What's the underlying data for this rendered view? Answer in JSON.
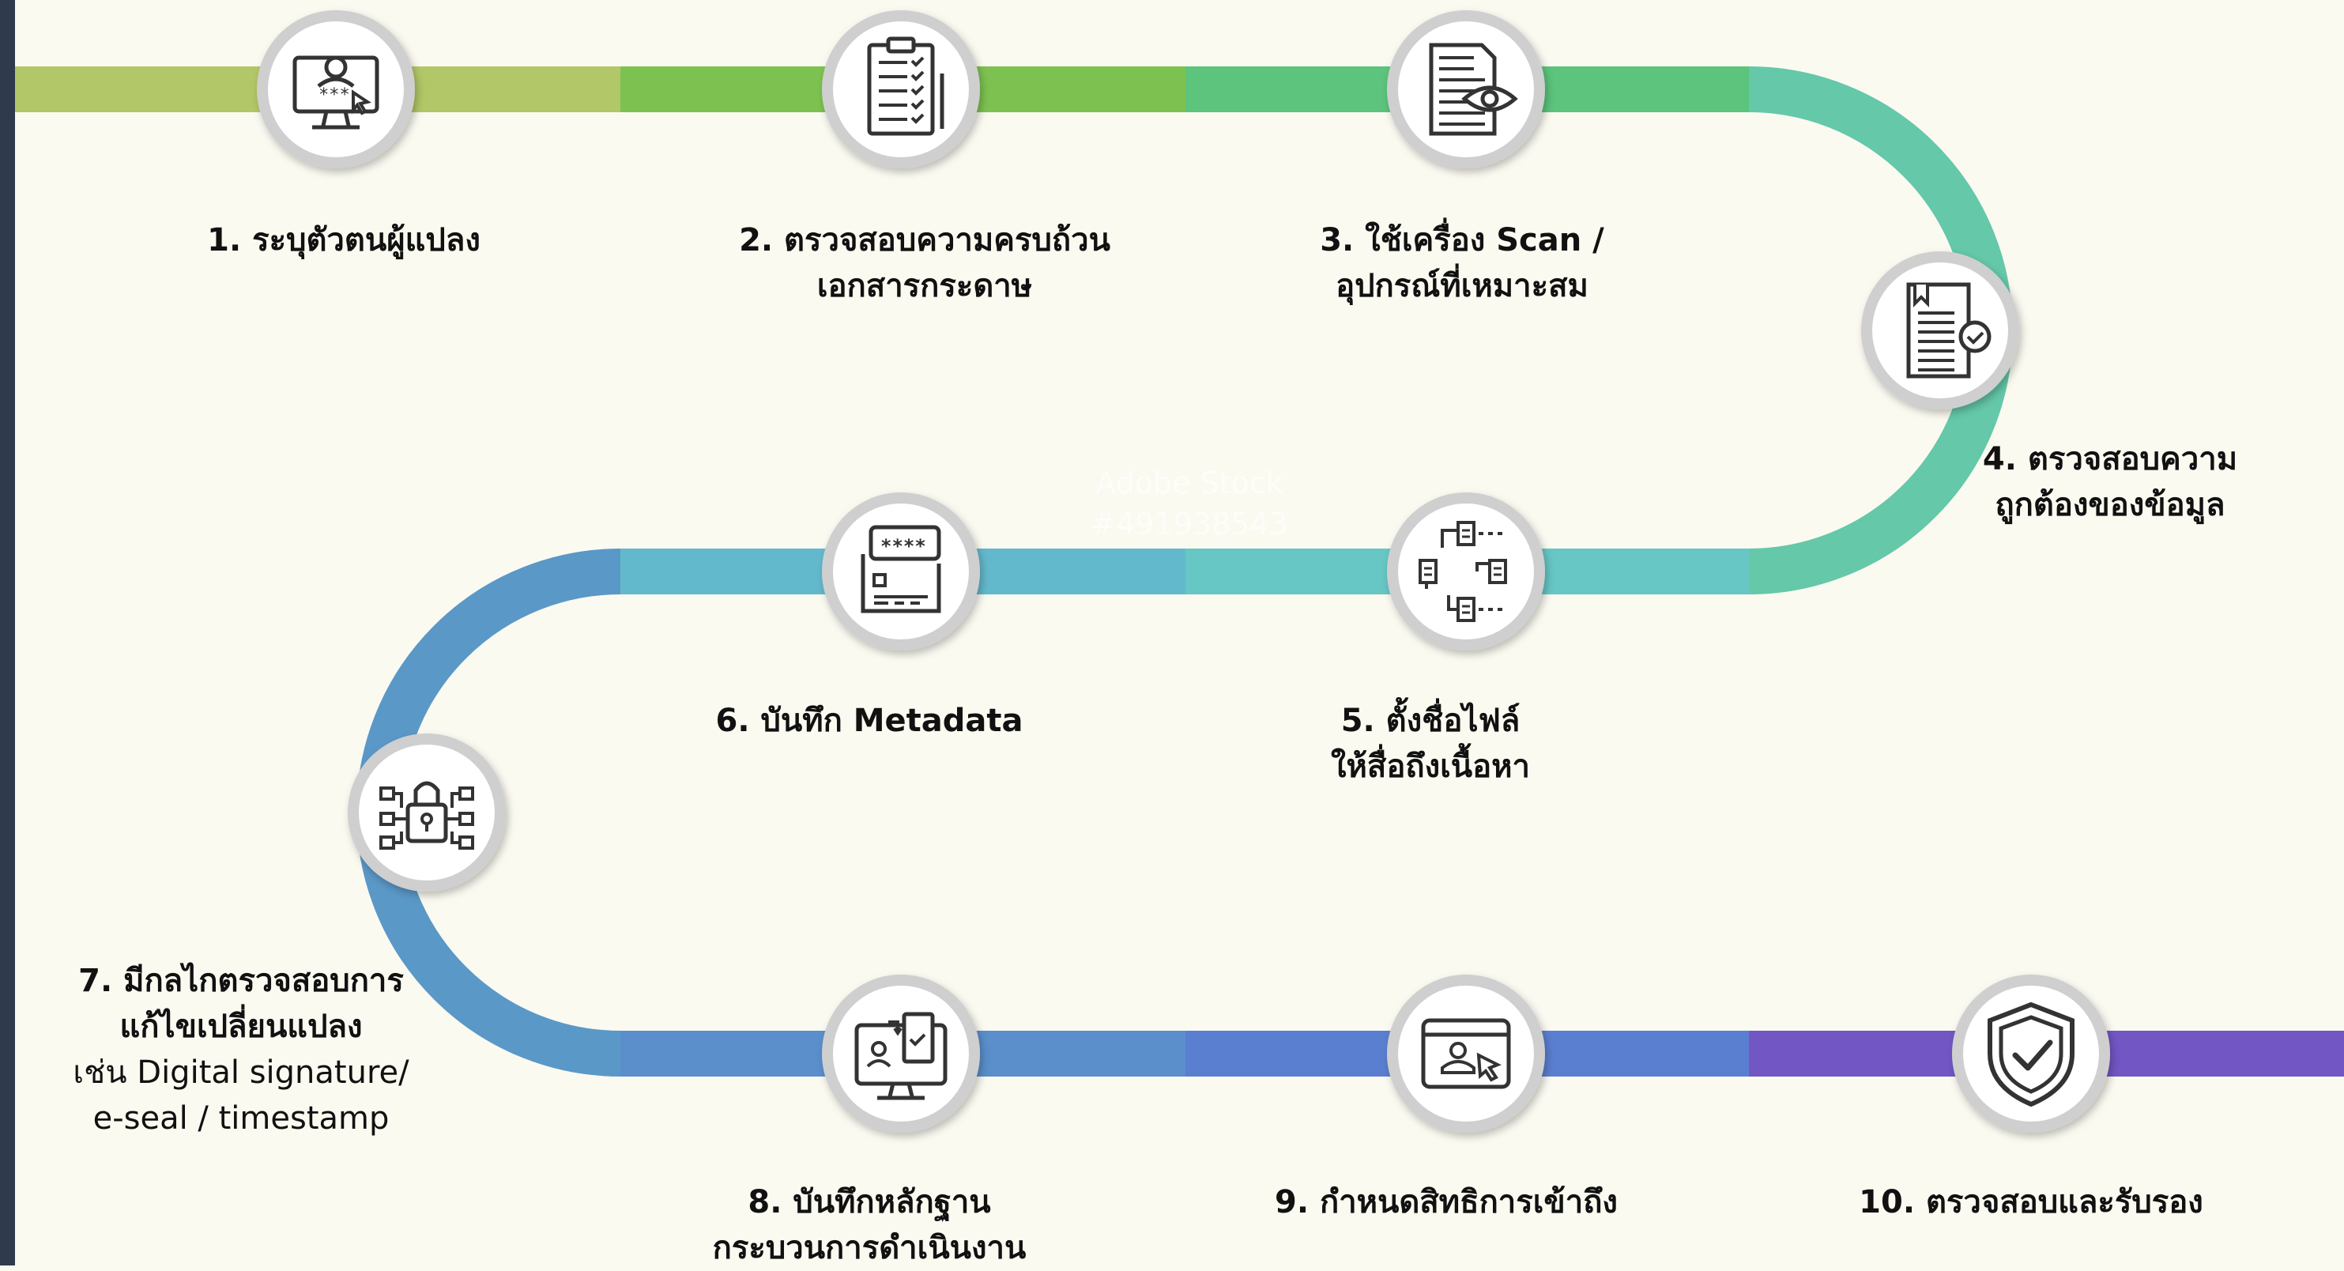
{
  "steps": [
    {
      "number": "1.",
      "title": "ระบุตัวตนผู้แปลง",
      "icon": "computer-login-icon"
    },
    {
      "number": "2.",
      "title": "ตรวจสอบความครบถ้วน",
      "title_line2": "เอกสารกระดาษ",
      "icon": "clipboard-checklist-icon"
    },
    {
      "number": "3.",
      "title": "ใช้เครื่อง Scan /",
      "title_line2": "อุปกรณ์ที่เหมาะสม",
      "icon": "document-eye-icon"
    },
    {
      "number": "4.",
      "title": "ตรวจสอบความ",
      "title_line2": "ถูกต้องของข้อมูล",
      "icon": "document-verified-icon"
    },
    {
      "number": "5.",
      "title": "ตั้งชื่อไฟล์",
      "title_line2": "ให้สื่อถึงเนื้อหา",
      "icon": "file-structure-icon"
    },
    {
      "number": "6.",
      "title": "บันทึก Metadata",
      "icon": "metadata-card-icon"
    },
    {
      "number": "7.",
      "title": "มีกลไกตรวจสอบการ",
      "title_line2": "แก้ไขเปลี่ยนแปลง",
      "subtitle": "เช่น Digital signature/",
      "subtitle_line2": "e-seal / timestamp",
      "icon": "lock-network-icon"
    },
    {
      "number": "8.",
      "title": "บันทึกหลักฐาน",
      "title_line2": "กระบวนการดำเนินงาน",
      "icon": "monitor-evidence-icon"
    },
    {
      "number": "9.",
      "title": "กำหนดสิทธิการเข้าถึง",
      "icon": "access-user-icon"
    },
    {
      "number": "10.",
      "title": "ตรวจสอบและรับรอง",
      "icon": "shield-check-icon"
    }
  ],
  "watermark": {
    "line1": "Adobe Stock",
    "line2": "#491938543"
  },
  "colors": {
    "row1": [
      "#b2c767",
      "#7dc251",
      "#5cc47c",
      "#64c8a9"
    ],
    "row2": [
      "#66c7c5",
      "#63b9cc",
      "#5fa7cc",
      "#5a98c7"
    ],
    "row3": [
      "#5a8fcc",
      "#5b7fd0",
      "#5760c8",
      "#7256c4"
    ],
    "circle_ring": "#cfcfcf",
    "icon_stroke": "#333333",
    "background": "#fbfaf1"
  }
}
